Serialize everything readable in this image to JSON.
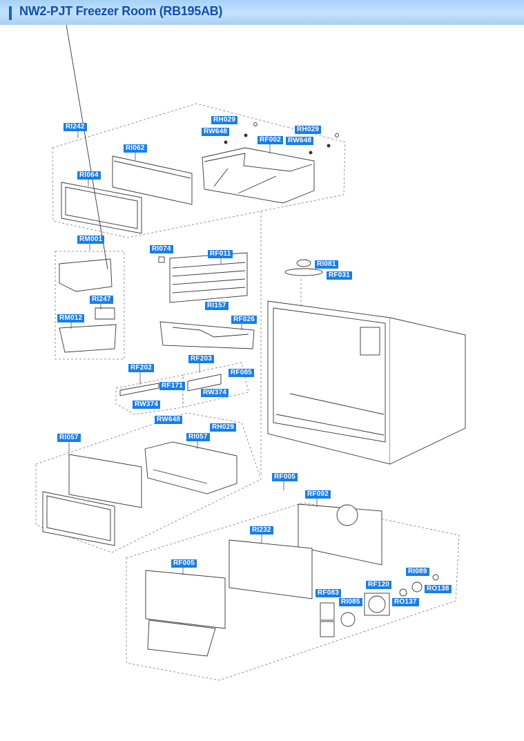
{
  "header": {
    "title": "NW2-PJT Freezer Room (RB195AB)"
  },
  "colors": {
    "label_bg": "#1a7ee8",
    "title_text": "#0f4fb0",
    "header_bg": "#bcdcfb"
  },
  "part_labels": {
    "ri242": "RI242",
    "rh029_a": "RH029",
    "rw648_a": "RW648",
    "rh029_b": "RH029",
    "rw648_b": "RW648",
    "rf002": "RF002",
    "ri062": "RI062",
    "ri064": "RI064",
    "rm001": "RM001",
    "ri074": "RI074",
    "rf011": "RF011",
    "ri081": "RI081",
    "rf031": "RF031",
    "ri247": "RI247",
    "ri157": "RI157",
    "rm012": "RM012",
    "rf026": "RF026",
    "rf202": "RF202",
    "rf203": "RF203",
    "rf171": "RF171",
    "rf085": "RF085",
    "rw374_a": "RW374",
    "rw374_b": "RW374",
    "rw648_c": "RW648",
    "rh029_c": "RH029",
    "ri057_a": "RI057",
    "ri057_b": "RI057",
    "rf005_a": "RF005",
    "rf092": "RF092",
    "ri232": "RI232",
    "rf005_b": "RF005",
    "ri089": "RI089",
    "rf120": "RF120",
    "ro138": "RO138",
    "rf083": "RF083",
    "ri085": "RI085",
    "ro137": "RO137"
  }
}
